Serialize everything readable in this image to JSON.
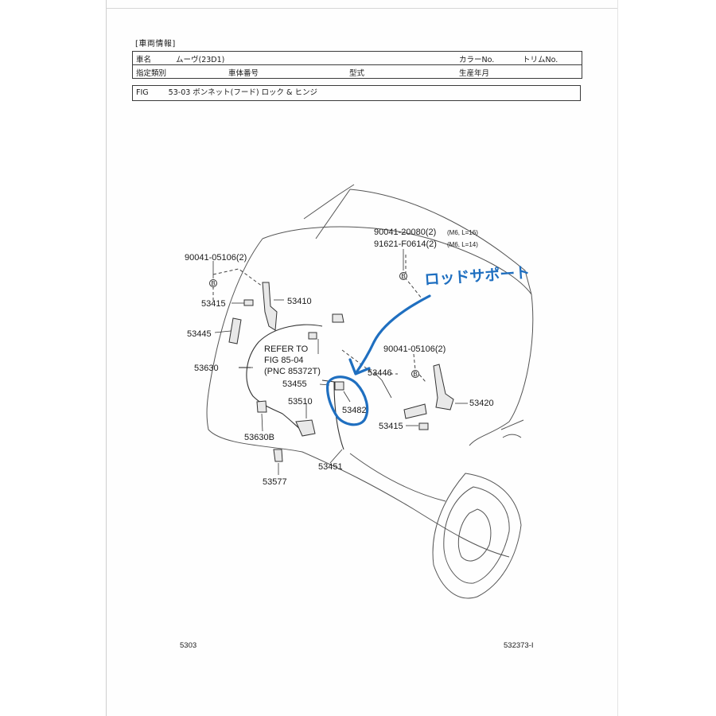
{
  "header": {
    "section_label": "[車両情報]",
    "row1": {
      "label_car": "車名",
      "car_name": "ムーヴ(23D1)",
      "label_color": "カラーNo.",
      "label_trim": "トリムNo."
    },
    "row2": {
      "label_type": "指定類別",
      "label_frame": "車体番号",
      "label_model": "型式",
      "label_date": "生産年月"
    },
    "fig": {
      "label": "FIG",
      "title": "53-03 ボンネット(フード) ロック & ヒンジ"
    }
  },
  "parts": {
    "p90041_05106_top": "90041-05106(2)",
    "p53415_left": "53415",
    "p53410": "53410",
    "p53445": "53445",
    "p53630": "53630",
    "refer_line1": "REFER TO",
    "refer_line2": "FIG   85-04",
    "refer_line3": "(PNC 85372T)",
    "p53455": "53455",
    "p53482": "53482",
    "p53510": "53510",
    "p53630B": "53630B",
    "p53577": "53577",
    "p53451": "53451",
    "p53446": "53446",
    "p53415_right": "53415",
    "p53420": "53420",
    "p90041_05106_right": "90041-05106(2)",
    "p90041_20080": "90041-20080(2)",
    "p90041_20080_spec": "(M6, L=16)",
    "p91621_F0614": "91621-F0614(2)",
    "p91621_F0614_spec": "(M6, L=14)",
    "bolt_letter": "B"
  },
  "annotation": {
    "handwritten_text": "ロッドサポート",
    "color": "#1f6fc0"
  },
  "footer": {
    "page_code": "5303",
    "diagram_code": "532373-I"
  }
}
